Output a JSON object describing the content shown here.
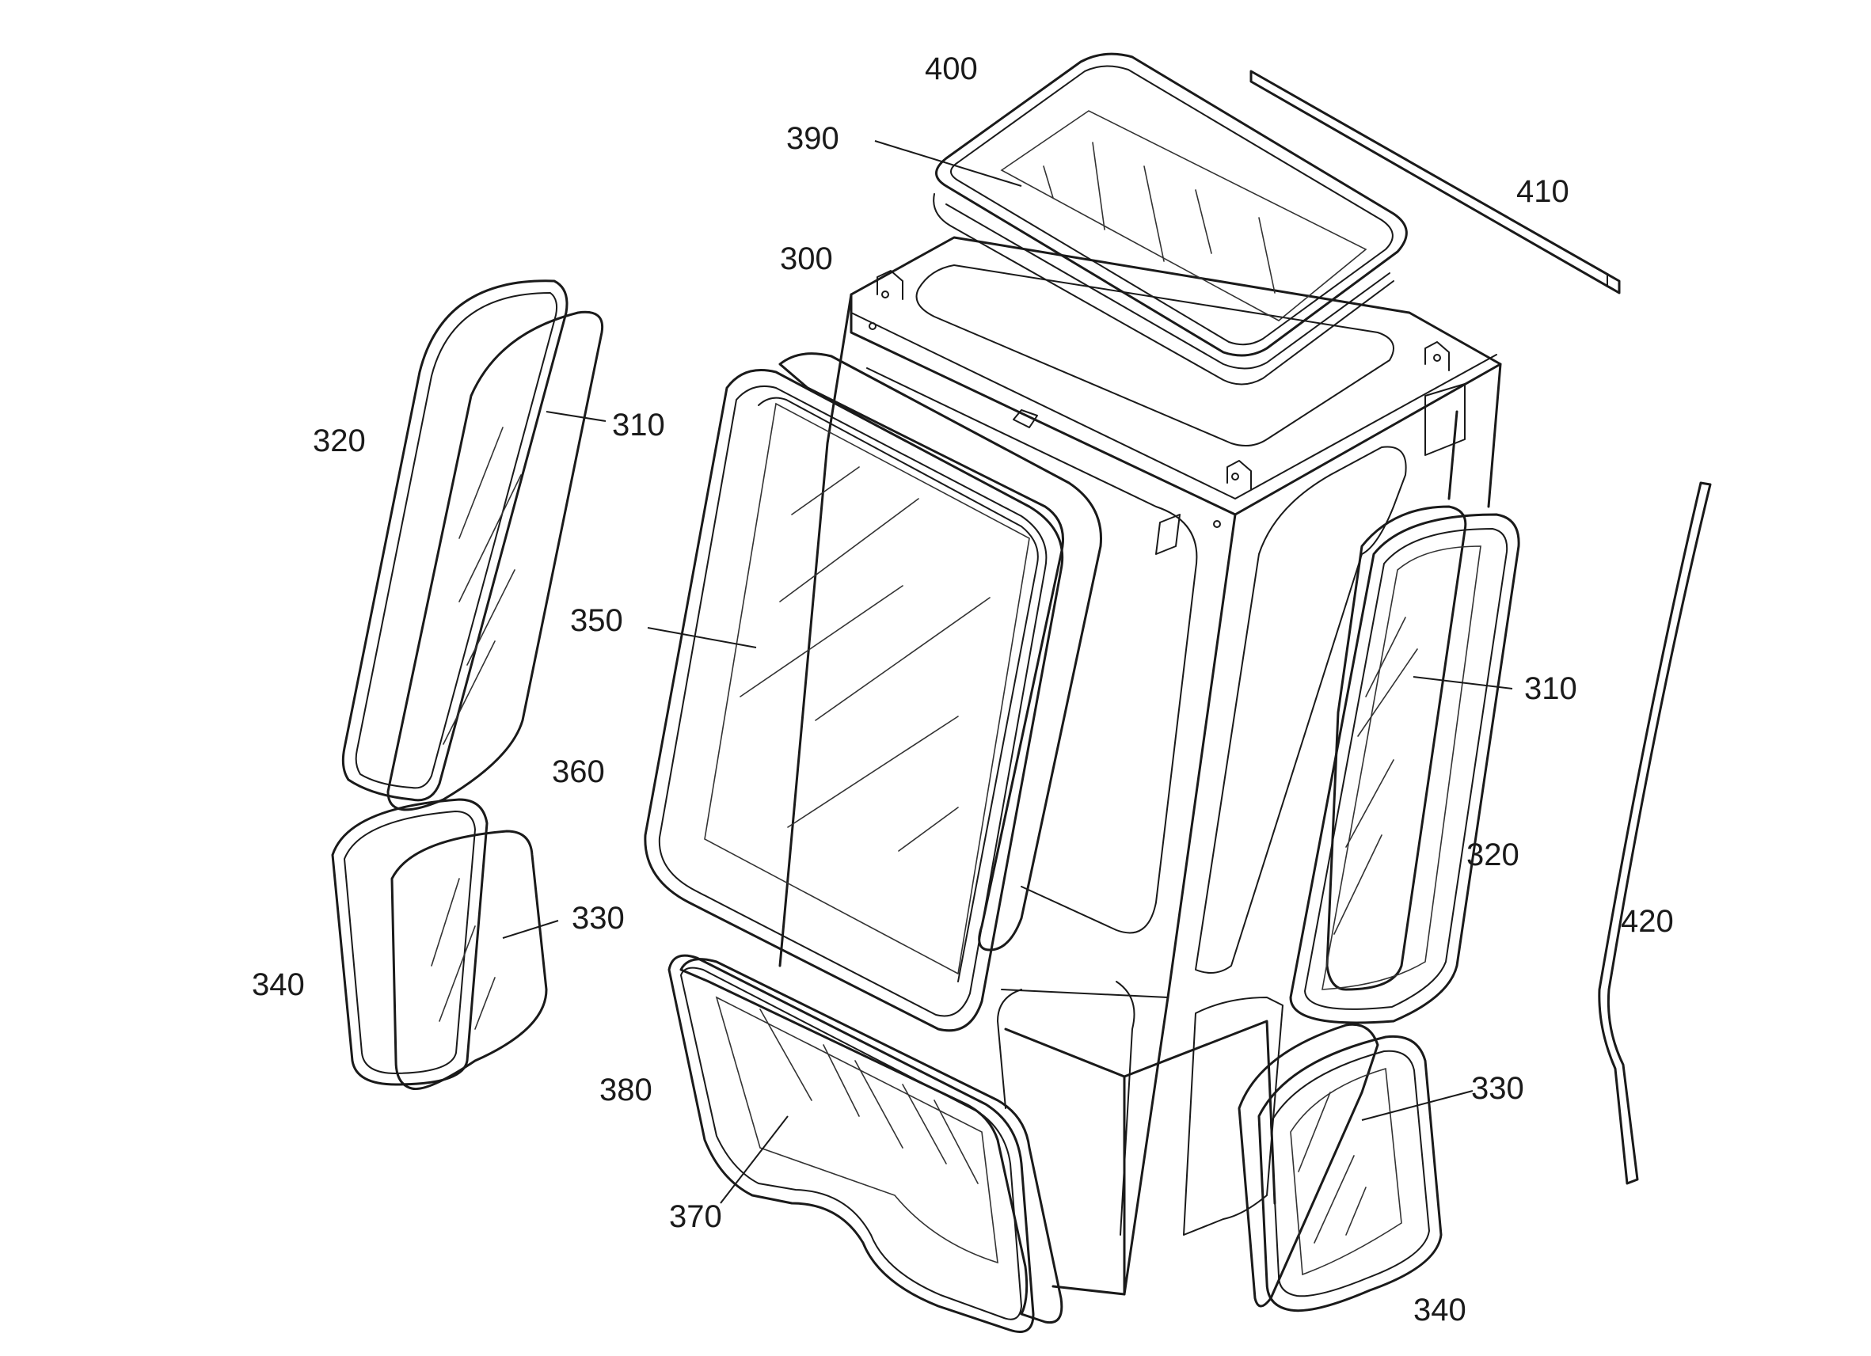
{
  "labels": {
    "l400": "400",
    "l390": "390",
    "l410": "410",
    "l300": "300",
    "l320_left": "320",
    "l310_left": "310",
    "l350": "350",
    "l360": "360",
    "l310_right": "310",
    "l320_right": "320",
    "l420": "420",
    "l330_left": "330",
    "l340_left": "340",
    "l380": "380",
    "l370": "370",
    "l330_right": "330",
    "l340_right": "340"
  }
}
